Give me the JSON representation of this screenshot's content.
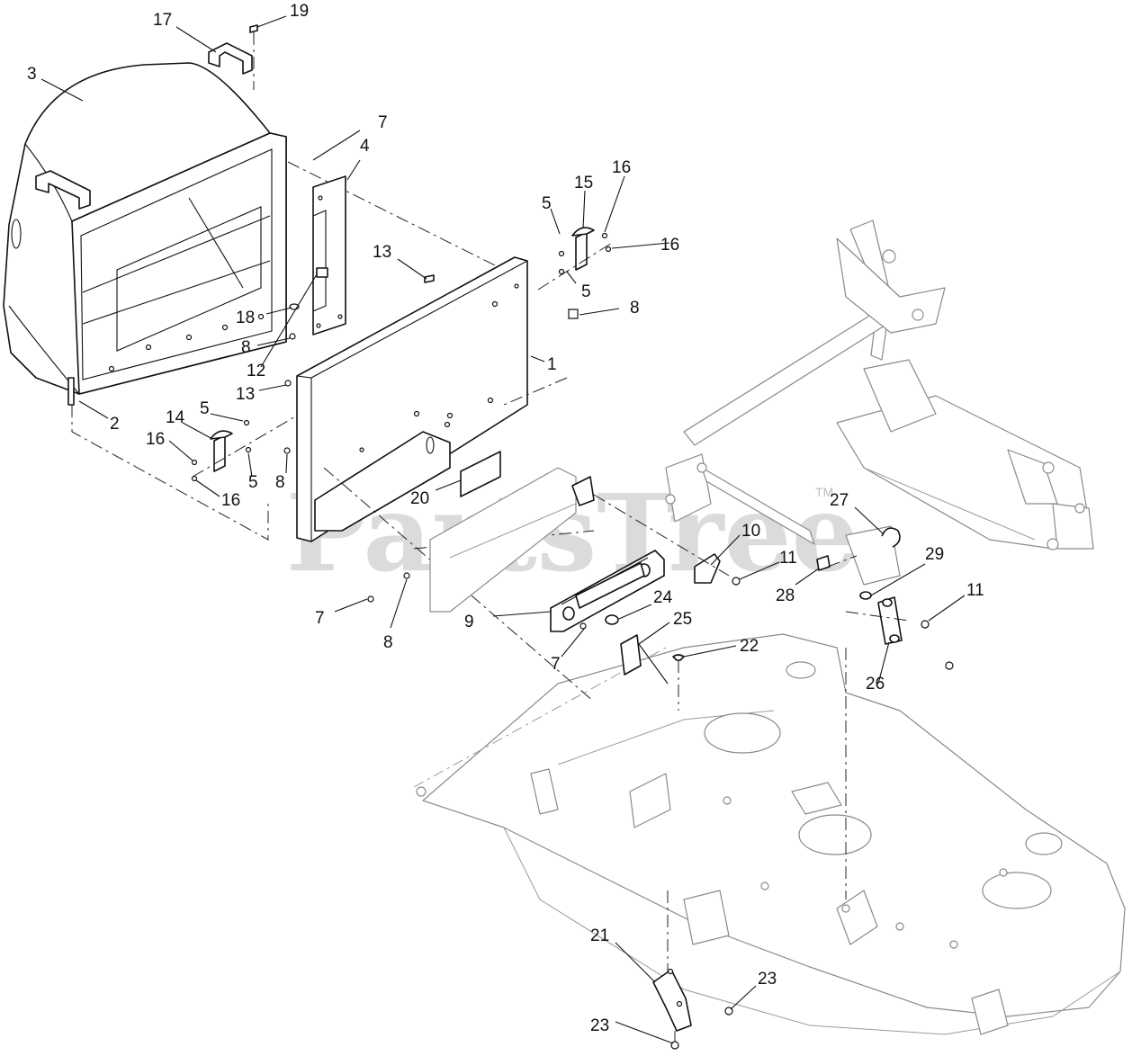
{
  "watermark": {
    "brand": "PartsTree",
    "trademark": "TM"
  },
  "callouts": [
    {
      "id": "c1",
      "label": "1"
    },
    {
      "id": "c2",
      "label": "2"
    },
    {
      "id": "c3",
      "label": "3"
    },
    {
      "id": "c4",
      "label": "4"
    },
    {
      "id": "c5a",
      "label": "5"
    },
    {
      "id": "c5b",
      "label": "5"
    },
    {
      "id": "c5c",
      "label": "5"
    },
    {
      "id": "c5d",
      "label": "5"
    },
    {
      "id": "c7a",
      "label": "7"
    },
    {
      "id": "c7b",
      "label": "7"
    },
    {
      "id": "c7c",
      "label": "7"
    },
    {
      "id": "c8a",
      "label": "8"
    },
    {
      "id": "c8b",
      "label": "8"
    },
    {
      "id": "c8c",
      "label": "8"
    },
    {
      "id": "c8d",
      "label": "8"
    },
    {
      "id": "c9",
      "label": "9"
    },
    {
      "id": "c10",
      "label": "10"
    },
    {
      "id": "c11a",
      "label": "11"
    },
    {
      "id": "c11b",
      "label": "11"
    },
    {
      "id": "c12",
      "label": "12"
    },
    {
      "id": "c13a",
      "label": "13"
    },
    {
      "id": "c13b",
      "label": "13"
    },
    {
      "id": "c14",
      "label": "14"
    },
    {
      "id": "c15",
      "label": "15"
    },
    {
      "id": "c16a",
      "label": "16"
    },
    {
      "id": "c16b",
      "label": "16"
    },
    {
      "id": "c16c",
      "label": "16"
    },
    {
      "id": "c16d",
      "label": "16"
    },
    {
      "id": "c17",
      "label": "17"
    },
    {
      "id": "c18",
      "label": "18"
    },
    {
      "id": "c19",
      "label": "19"
    },
    {
      "id": "c20",
      "label": "20"
    },
    {
      "id": "c21",
      "label": "21"
    },
    {
      "id": "c22",
      "label": "22"
    },
    {
      "id": "c23a",
      "label": "23"
    },
    {
      "id": "c23b",
      "label": "23"
    },
    {
      "id": "c24",
      "label": "24"
    },
    {
      "id": "c25",
      "label": "25"
    },
    {
      "id": "c26",
      "label": "26"
    },
    {
      "id": "c27",
      "label": "27"
    },
    {
      "id": "c28",
      "label": "28"
    },
    {
      "id": "c29",
      "label": "29"
    }
  ]
}
